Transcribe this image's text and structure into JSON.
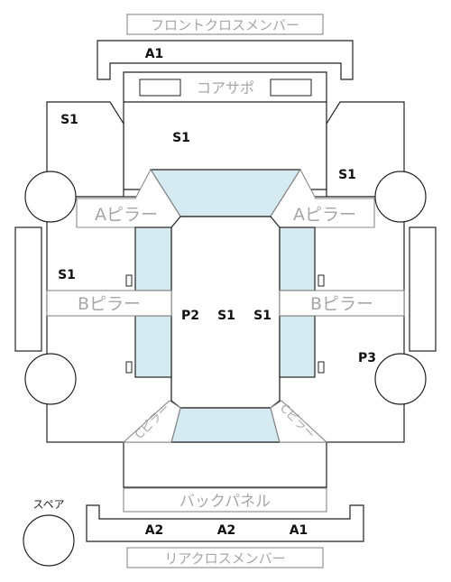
{
  "parts": {
    "front_cross_member": "フロントクロスメンバー",
    "core_support": "コアサポ",
    "a_pillar_left": "Aピラー",
    "a_pillar_right": "Aピラー",
    "b_pillar_left": "Bピラー",
    "b_pillar_right": "Bピラー",
    "c_pillar_left": "Cピラー",
    "c_pillar_right": "Cピラー",
    "back_panel": "バックパネル",
    "rear_cross_member": "リアクロスメンバー",
    "spare": "スペア"
  },
  "codes": {
    "front_cross_member": "A1",
    "front_left_fender": "S1",
    "hood": "S1",
    "front_right_fender": "S1",
    "front_left_door": "S1",
    "roof_post_left": "P2",
    "roof_left": "S1",
    "roof_right": "S1",
    "rear_right_door": "P3",
    "rear_bar_left": "A2",
    "rear_bar_center": "A2",
    "rear_bar_right": "A1"
  }
}
